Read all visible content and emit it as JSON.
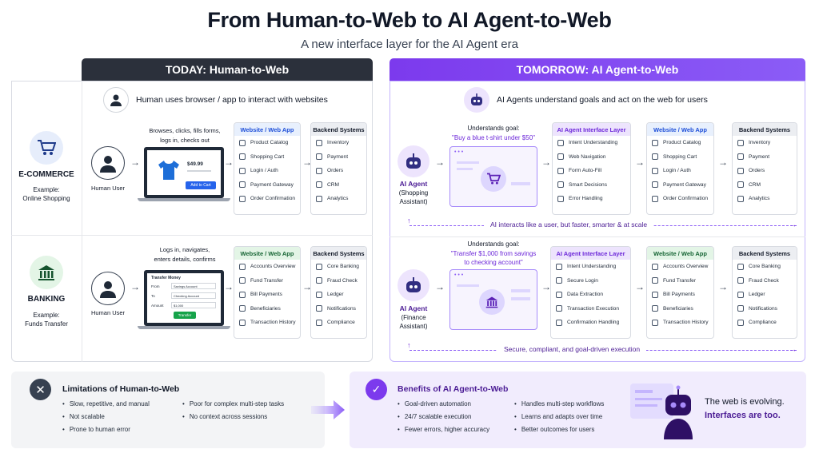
{
  "title": "From Human-to-Web to AI Agent-to-Web",
  "subtitle": "A new interface layer for the AI Agent era",
  "colors": {
    "dark": "#2b303b",
    "purple": "#7c3aed",
    "blue": "#1d4ed8",
    "green": "#166534"
  },
  "today": {
    "header": "TODAY: Human-to-Web",
    "intro": "Human uses browser / app to interact with websites",
    "ecommerce": {
      "name": "E-COMMERCE",
      "example": "Example:",
      "example_value": "Online Shopping",
      "user": "Human User",
      "action_1": "Browses, clicks, fills forms,",
      "action_2": "logs in, checks out",
      "price": "$49.99",
      "add_cart": "Add to Cart"
    },
    "banking": {
      "name": "BANKING",
      "example": "Example:",
      "example_value": "Funds Transfer",
      "user": "Human User",
      "action_1": "Logs in, navigates,",
      "action_2": "enters details, confirms",
      "form_title": "Transfer Money",
      "from_label": "From",
      "from_value": "Savings Account",
      "to_label": "To",
      "to_value": "Checking Account",
      "amount_label": "Amount",
      "amount_value": "$1,000",
      "transfer_btn": "Transfer"
    }
  },
  "tomorrow": {
    "header": "TOMORROW: AI Agent-to-Web",
    "intro": "AI Agents understand goals and act on the web for users",
    "shopping": {
      "goal_label": "Understands goal:",
      "goal": "\"Buy a blue t-shirt under $50\"",
      "agent_1": "AI Agent",
      "agent_2": "(Shopping",
      "agent_3": "Assistant)"
    },
    "finance": {
      "goal_label": "Understands goal:",
      "goal_1": "\"Transfer $1,000 from savings",
      "goal_2": "to checking account\"",
      "agent_1": "AI Agent",
      "agent_2": "(Finance",
      "agent_3": "Assistant)"
    },
    "note_1": "AI interacts like a user, but faster, smarter & at scale",
    "note_2": "Secure, compliant, and goal-driven execution"
  },
  "cards": {
    "web_app": "Website / Web App",
    "backend": "Backend Systems",
    "ai_layer": "AI Agent Interface Layer",
    "ecom_web": [
      "Product Catalog",
      "Shopping Cart",
      "Login / Auth",
      "Payment Gateway",
      "Order Confirmation"
    ],
    "ecom_backend": [
      "Inventory",
      "Payment",
      "Orders",
      "CRM",
      "Analytics"
    ],
    "bank_web": [
      "Accounts Overview",
      "Fund Transfer",
      "Bill Payments",
      "Beneficiaries",
      "Transaction History"
    ],
    "bank_backend": [
      "Core Banking",
      "Fraud Check",
      "Ledger",
      "Notifications",
      "Compliance"
    ],
    "ai_shop": [
      "Intent Understanding",
      "Web Navigation",
      "Form Auto-Fill",
      "Smart Decisions",
      "Error Handling"
    ],
    "ai_bank": [
      "Intent Understanding",
      "Secure Login",
      "Data Extraction",
      "Transaction Execution",
      "Confirmation Handling"
    ]
  },
  "limitations": {
    "title": "Limitations of Human-to-Web",
    "col1": [
      "Slow, repetitive, and manual",
      "Not scalable",
      "Prone to human error"
    ],
    "col2": [
      "Poor for complex multi-step tasks",
      "No context across sessions"
    ]
  },
  "benefits": {
    "title": "Benefits of AI Agent-to-Web",
    "col1": [
      "Goal-driven automation",
      "24/7 scalable execution",
      "Fewer errors, higher accuracy"
    ],
    "col2": [
      "Handles multi-step workflows",
      "Learns and adapts over time",
      "Better outcomes for users"
    ]
  },
  "tagline_1": "The web is evolving.",
  "tagline_2": "Interfaces are too."
}
